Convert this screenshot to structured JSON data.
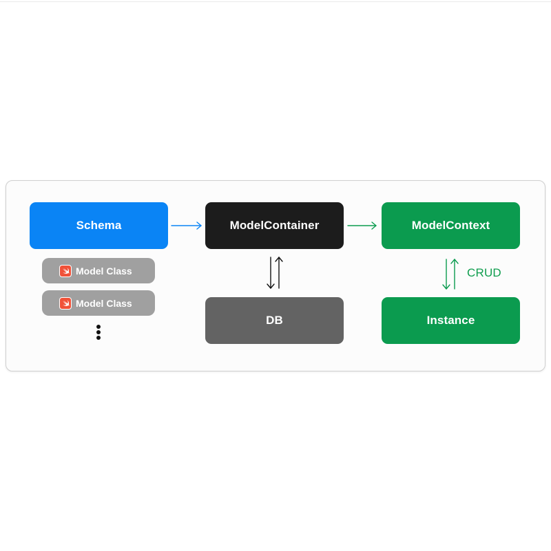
{
  "diagram": {
    "nodes": {
      "schema": "Schema",
      "model_container": "ModelContainer",
      "model_context": "ModelContext",
      "db": "DB",
      "instance": "Instance"
    },
    "model_classes": [
      "Model Class",
      "Model Class"
    ],
    "crud_label": "CRUD",
    "colors": {
      "schema": "#0a84f5",
      "model_container": "#1c1c1c",
      "model_context": "#0b9b4f",
      "db": "#636363",
      "instance": "#0b9b4f",
      "model_class": "#a0a0a0",
      "swift_icon": "#f05138"
    },
    "icons": {
      "model_class_icon": "swift-icon",
      "more_indicator": "vertical-ellipsis-icon"
    }
  }
}
